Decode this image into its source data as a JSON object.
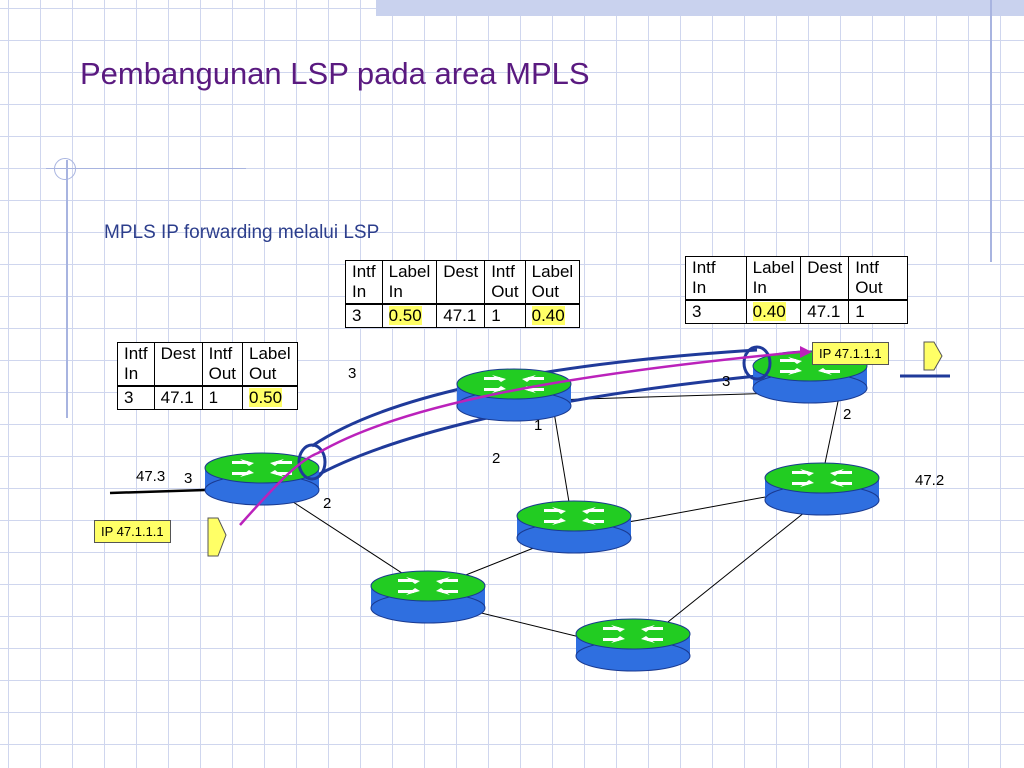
{
  "title": "Pembangunan LSP pada area MPLS",
  "subtitle": "MPLS IP forwarding melalui LSP",
  "colors": {
    "accent_title": "#5a1a80",
    "label_highlight": "#ffff66",
    "router_top": "#22cc22",
    "router_body": "#2f6fe0",
    "lsp_tube": "#1f3a9a",
    "packet_path": "#bb22bb"
  },
  "tables": {
    "ingress": {
      "headers": [
        "Intf\nIn",
        "Dest",
        "Intf\nOut",
        "Label\nOut"
      ],
      "row": [
        "3",
        "47.1",
        "1",
        "0.50"
      ]
    },
    "middle": {
      "headers": [
        "Intf\nIn",
        "Label\nIn",
        "Dest",
        "Intf\nOut",
        "Label\nOut"
      ],
      "row": [
        "3",
        "0.50",
        "47.1",
        "1",
        "0.40"
      ]
    },
    "egress": {
      "headers": [
        "Intf\nIn",
        "Label\nIn",
        "Dest",
        "Intf\nOut"
      ],
      "row": [
        "3",
        "0.40",
        "47.1",
        "1"
      ]
    }
  },
  "packets": {
    "ingress_label": "IP 47.1.1.1",
    "egress_label": "IP 47.1.1.1"
  },
  "network": {
    "networks": {
      "left": "47.3",
      "right": "47.2"
    },
    "ports": {
      "r1_in": "3",
      "r1_out": "2",
      "r2_in": "3",
      "r2_out": "1",
      "r2_down": "2",
      "r3_in": "3",
      "r3_down": "2"
    }
  },
  "icons": [
    "router-icon",
    "packet-icon",
    "lsp-tunnel",
    "arrow-path"
  ]
}
